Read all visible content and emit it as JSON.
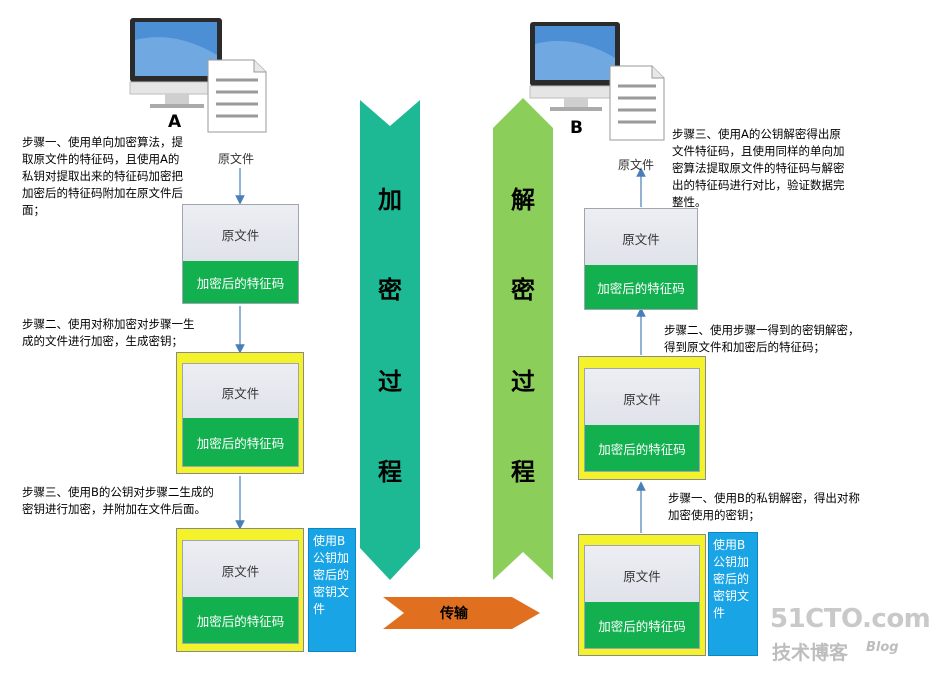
{
  "left": {
    "computer_label": "A",
    "source_file_label": "原文件",
    "step1_text": "步骤一、使用单向加密算法，提\n取原文件的特征码，且使用A的\n私钥对提取出来的特征码加密把\n加密后的特征码附加在原文件后\n面；",
    "step2_text": "步骤二、使用对称加密对步骤一生\n成的文件进行加密，生成密钥；",
    "step3_text": "步骤三、使用B的公钥对步骤二生成的\n密钥进行加密，并附加在文件后面。",
    "box1": {
      "top": "原文件",
      "bottom": "加密后的特征码"
    },
    "box2": {
      "top": "原文件",
      "bottom": "加密后的特征码"
    },
    "box3": {
      "top": "原文件",
      "bottom": "加密后的特征码"
    },
    "blue_key_text": "使用B\n公钥加\n密后的\n密钥文\n件"
  },
  "right": {
    "computer_label": "B",
    "source_file_label": "原文件",
    "step1_text": "步骤一、使用B的私钥解密，得出对称\n加密使用的密钥；",
    "step2_text": "步骤二、使用步骤一得到的密钥解密，\n得到原文件和加密后的特征码；",
    "step3_text": "步骤三、使用A的公钥解密得出原\n文件特征码，且使用同样的单向加\n密算法提取原文件的特征码与解密\n出的特征码进行对比，验证数据完\n整性。",
    "box1": {
      "top": "原文件",
      "bottom": "加密后的特征码"
    },
    "box2": {
      "top": "原文件",
      "bottom": "加密后的特征码"
    },
    "box3": {
      "top": "原文件",
      "bottom": "加密后的特征码"
    },
    "blue_key_text": "使用B\n公钥加\n密后的\n密钥文\n件"
  },
  "center": {
    "encrypt_title": [
      "加",
      "密",
      "过",
      "程"
    ],
    "decrypt_title": [
      "解",
      "密",
      "过",
      "程"
    ],
    "transfer_label": "传输"
  },
  "watermark": {
    "main": "51CTO.com",
    "sub": "技术博客",
    "blog": "Blog"
  },
  "colors": {
    "encrypt_arrow": "#1db894",
    "decrypt_arrow": "#8bcf5a",
    "transfer_arrow": "#e0701f",
    "feature_code_green": "#12b04e",
    "frame_yellow": "#f4f22a",
    "key_file_blue": "#19a4e6"
  }
}
